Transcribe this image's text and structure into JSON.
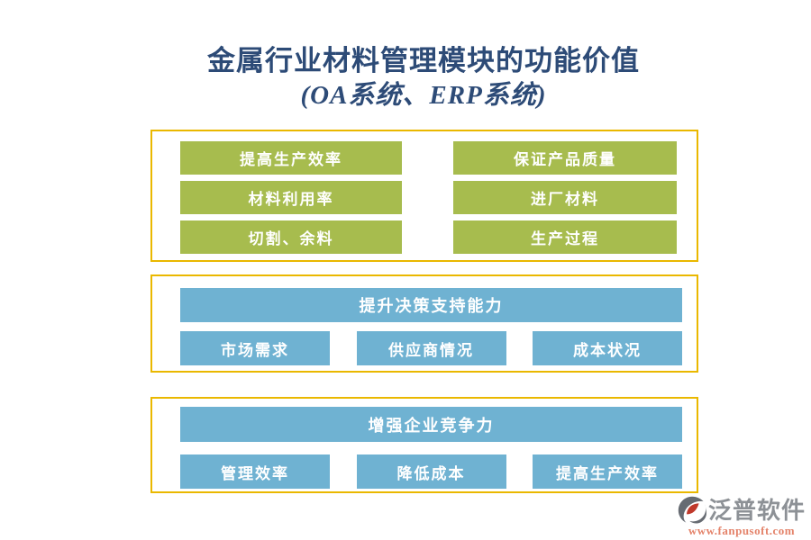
{
  "title": {
    "line1": "金属行业材料管理模块的功能价值",
    "line2": "(OA系统、ERP系统)"
  },
  "sections": {
    "benefits": {
      "items": [
        "提高生产效率",
        "保证产品质量",
        "材料利用率",
        "进厂材料",
        "切割、余料",
        "生产过程"
      ]
    },
    "decision": {
      "header": "提升决策支持能力",
      "items": [
        "市场需求",
        "供应商情况",
        "成本状况"
      ]
    },
    "competitive": {
      "header": "增强企业竞争力",
      "items": [
        "管理效率",
        "降低成本",
        "提高生产效率"
      ]
    }
  },
  "logo": {
    "brand": "泛普软件",
    "website": "www.fanpusoft.com"
  },
  "colors": {
    "box_green": "#a7bc4e",
    "box_blue": "#6fb2d2",
    "panel_border_gold": "#eab800",
    "title_navy": "#2d4b77",
    "logo_gray": "#8d9196",
    "logo_orange": "#e4836a"
  }
}
